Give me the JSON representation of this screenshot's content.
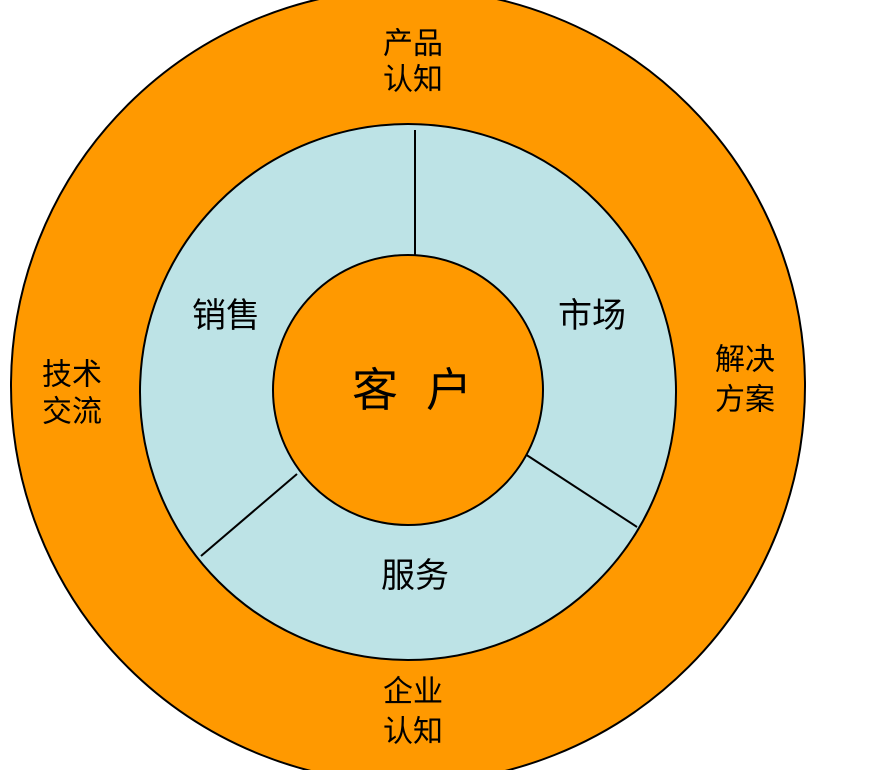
{
  "colors": {
    "outer_ring": "#FF9900",
    "middle_ring": "#BDE3E6",
    "center": "#FF9900",
    "stroke": "#000000"
  },
  "center": {
    "label_part1": "客",
    "label_part2": "户"
  },
  "middle_ring": {
    "segments": [
      {
        "key": "sales",
        "label": "销售"
      },
      {
        "key": "market",
        "label": "市场"
      },
      {
        "key": "service",
        "label": "服务"
      }
    ]
  },
  "outer_ring": {
    "labels": [
      {
        "key": "product",
        "line1": "产品",
        "line2": "认知"
      },
      {
        "key": "solution",
        "line1": "解决",
        "line2": "方案"
      },
      {
        "key": "enterprise",
        "line1": "企业",
        "line2": "认知"
      },
      {
        "key": "tech",
        "line1": "技术",
        "line2": "交流"
      }
    ]
  }
}
